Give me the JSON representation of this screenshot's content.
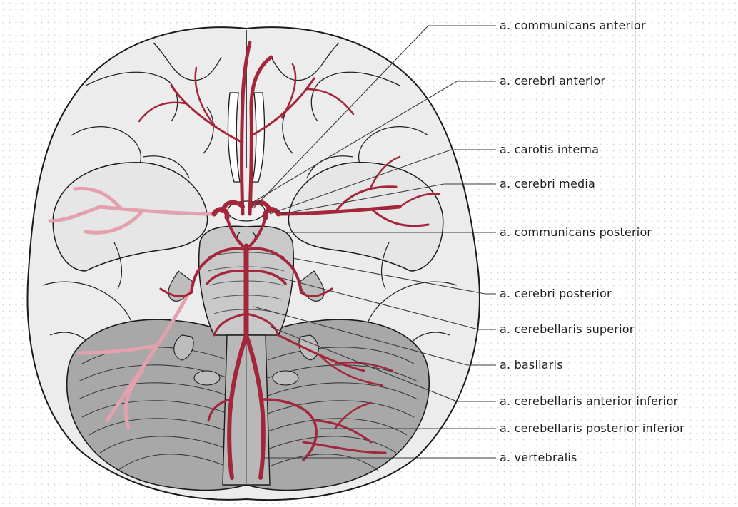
{
  "labels": [
    "a. communicans anterior",
    "a. cerebri anterior",
    "a. carotis interna",
    "a. cerebri media",
    "a. communicans posterior",
    "a. cerebri posterior",
    "a. cerebellaris superior",
    "a. basilaris",
    "a. cerebellaris anterior inferior",
    "a. cerebellaris posterior inferior",
    "a. vertebralis"
  ],
  "colors": {
    "artery": "#a3263a",
    "artery_faded": "#e3a1ad",
    "brain_fill": "#ececec",
    "cerebellum_fill": "#a8a8a8",
    "outline": "#1a1a1a"
  }
}
